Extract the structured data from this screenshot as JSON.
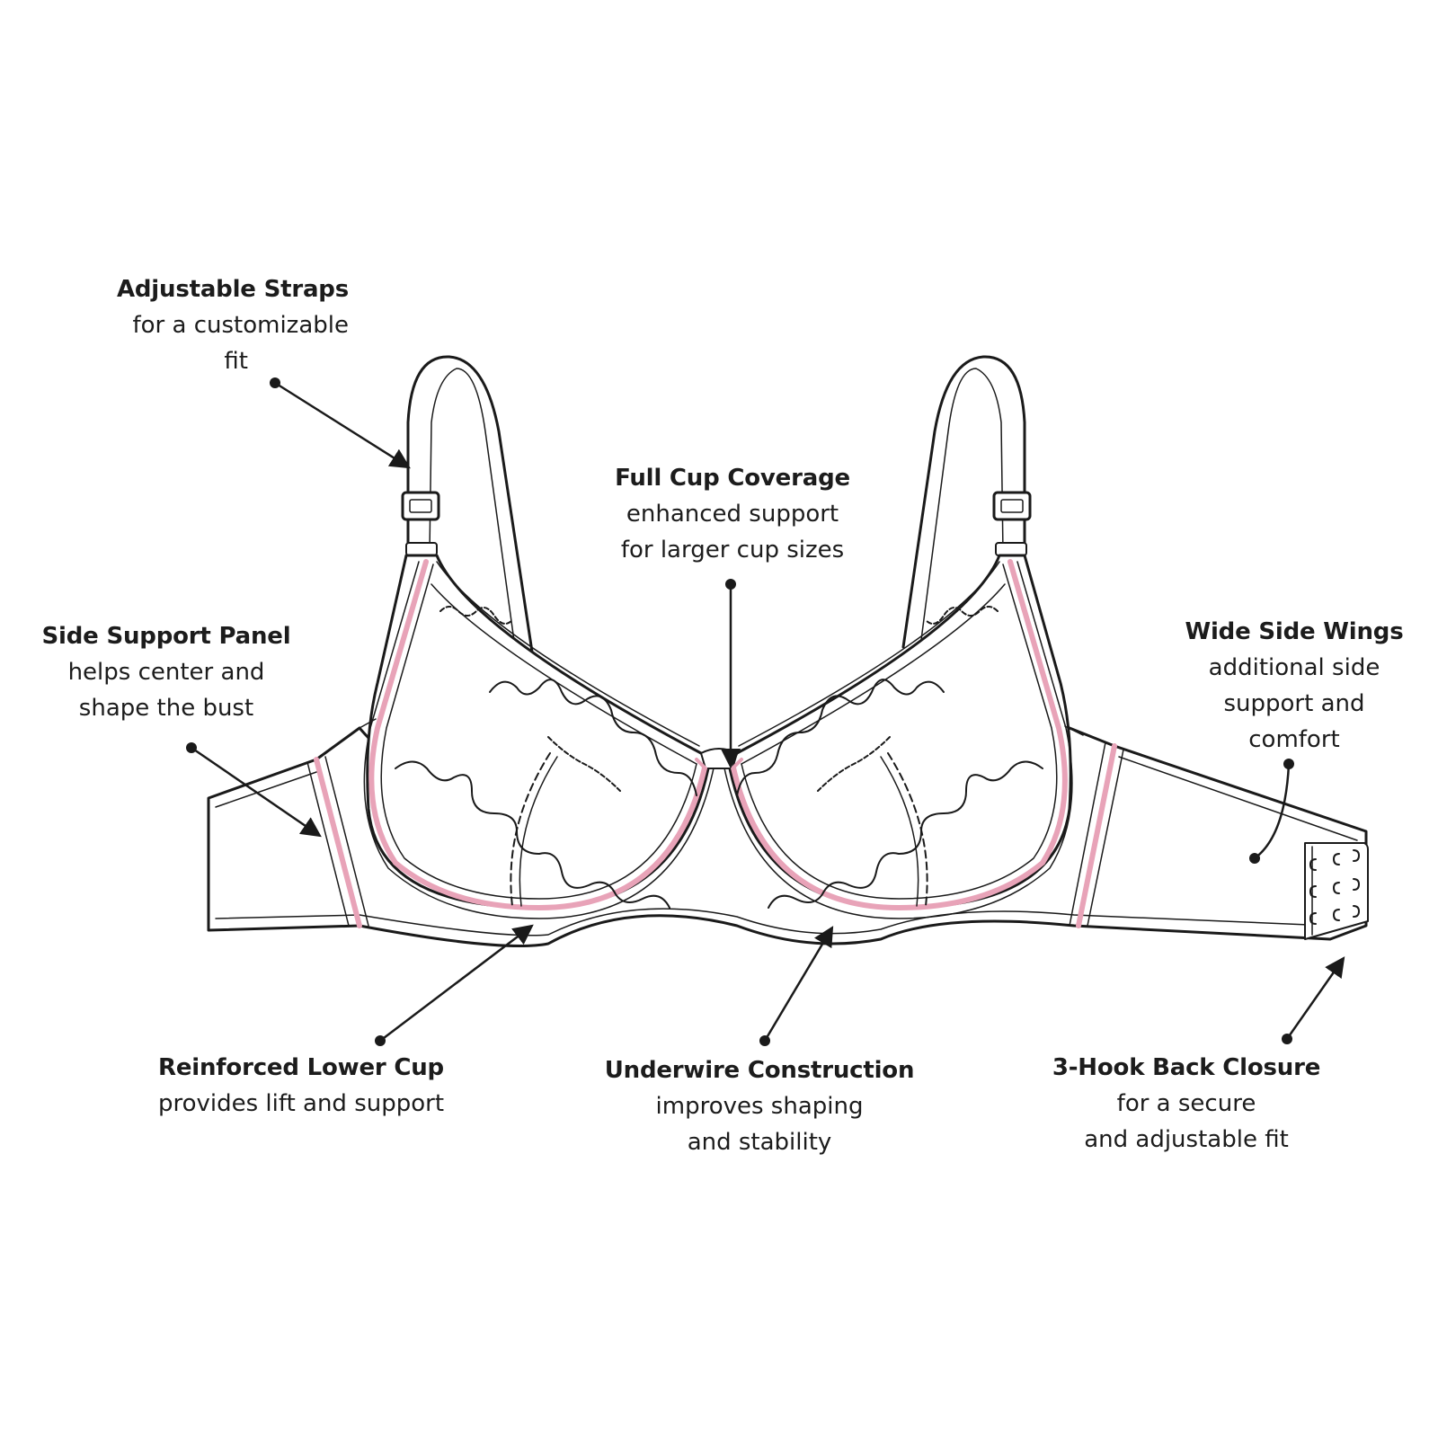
{
  "colors": {
    "outline": "#1a1a1a",
    "binding": "#e8a3b8",
    "binding_light": "#f6d6e0",
    "background": "#ffffff"
  },
  "callouts": {
    "straps": {
      "title": "Adjustable Straps",
      "lines": [
        "for a customizable",
        "fit"
      ]
    },
    "side_panel": {
      "title": "Side Support Panel",
      "lines": [
        "helps center and",
        "shape the bust"
      ]
    },
    "full_cup": {
      "title": "Full Cup Coverage",
      "lines": [
        "enhanced support",
        "for larger cup sizes"
      ]
    },
    "side_wings": {
      "title": "Wide Side Wings",
      "lines": [
        "additional side",
        "support and",
        "comfort"
      ]
    },
    "lower_cup": {
      "title": "Reinforced Lower Cup",
      "lines": [
        "provides lift and support"
      ]
    },
    "underwire": {
      "title": "Underwire Construction",
      "lines": [
        "improves shaping",
        "and stability"
      ]
    },
    "back_closure": {
      "title": "3-Hook Back Closure",
      "lines": [
        "for a secure",
        "and adjustable fit"
      ]
    }
  }
}
